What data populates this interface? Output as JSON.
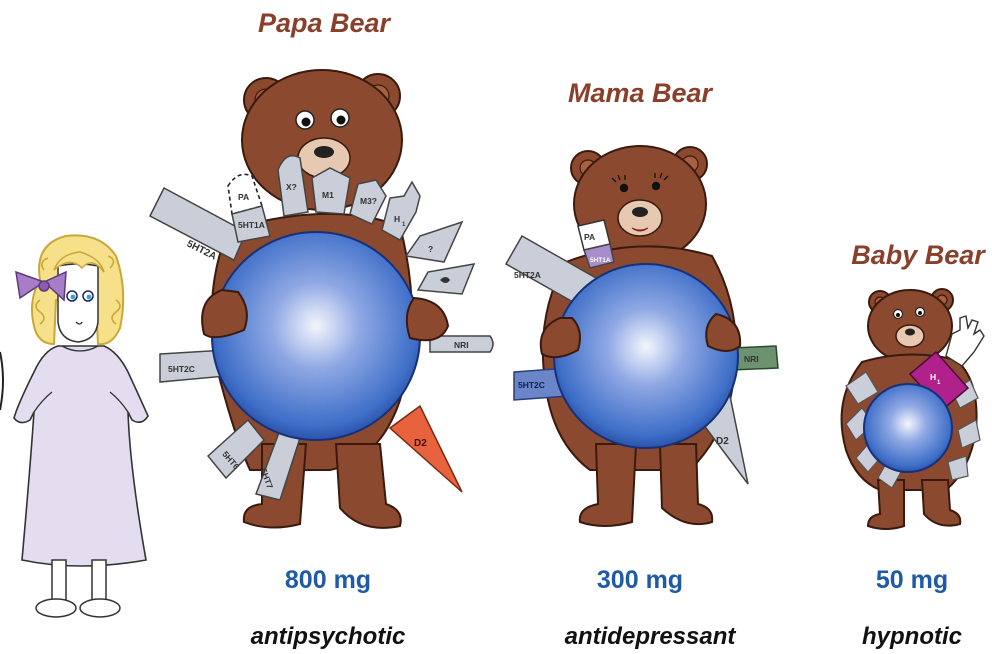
{
  "bears": [
    {
      "name": "Papa Bear",
      "dose": "800 mg",
      "use": "antipsychotic"
    },
    {
      "name": "Mama Bear",
      "dose": "300 mg",
      "use": "antidepressant"
    },
    {
      "name": "Baby Bear",
      "dose": "50 mg",
      "use": "hypnotic"
    }
  ],
  "receptors": {
    "papa": {
      "5ht2a": "5HT2A",
      "pa": "PA",
      "5ht1a": "5HT1A",
      "x": "X?",
      "m1": "M1",
      "m3": "M3?",
      "h1": "H",
      "h1_sub": "1",
      "q1": "?",
      "nri": "NRI",
      "5ht2c": "5HT2C",
      "5ht6": "5HT6",
      "5ht7": "5HT7",
      "d2": "D2"
    },
    "mama": {
      "pa": "PA",
      "5ht1a": "5HT1A",
      "5ht2a": "5HT2A",
      "5ht2c": "5HT2C",
      "nri": "NRI",
      "d2": "D2"
    },
    "baby": {
      "h1": "H",
      "h1_sub": "1"
    }
  },
  "colors": {
    "bear_fur": "#8b4a2f",
    "drug_sphere": "#3f6fc8",
    "receptor_gray": "#c9ced8",
    "d2_red": "#e8623e",
    "h1_magenta": "#b0218c",
    "nri_green": "#6c9270",
    "mama_5ht2c_blue": "#6a86c8",
    "mama_5ht1a_purple": "#a88ccc",
    "title_brown": "#8a3f2a",
    "dose_blue": "#1f5aa8",
    "dress_lavender": "#e3ddef",
    "hair_yellow": "#f6e08a"
  }
}
